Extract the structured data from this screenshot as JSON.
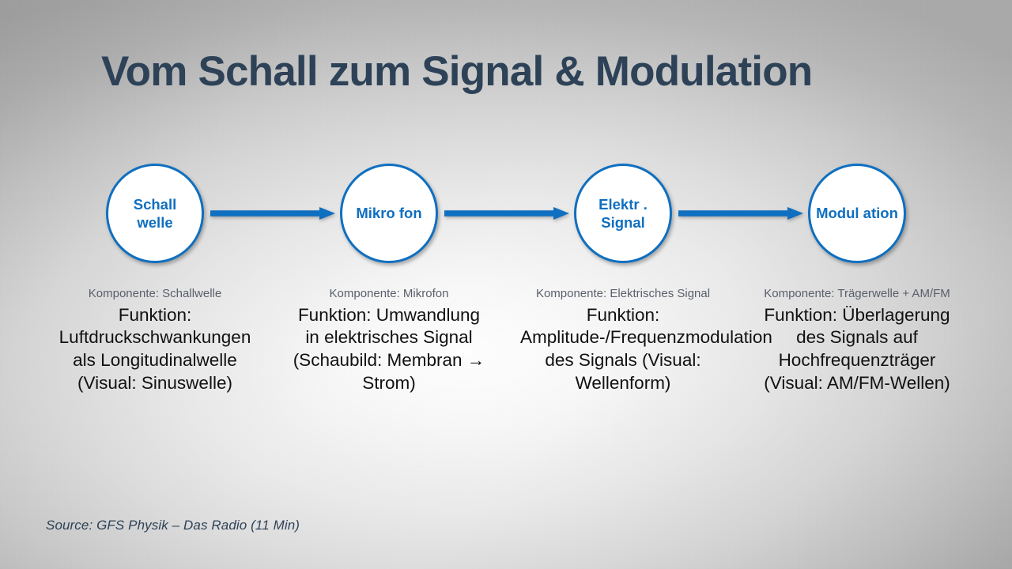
{
  "slide": {
    "title": "Vom Schall zum Signal & Modulation",
    "source_note": "Source: GFS Physik – Das Radio (11 Min)",
    "colors": {
      "title": "#2e4257",
      "accent_blue": "#0f6fc0",
      "node_fill": "#ffffff",
      "caption_label": "#595f6b",
      "caption_body": "#111111",
      "background_light": "#fefefe",
      "background_edge": "#a9a9a9"
    }
  },
  "flow": {
    "nodes": [
      {
        "id": "schallwelle",
        "label": "Schall welle"
      },
      {
        "id": "mikrofon",
        "label": "Mikro fon"
      },
      {
        "id": "elektrisches-signal",
        "label": "Elektr . Signal"
      },
      {
        "id": "modulation",
        "label": "Modul ation"
      }
    ],
    "arrows": [
      {
        "id": "arrow-schallwelle-to-mikrofon",
        "direction": "right"
      },
      {
        "id": "arrow-mikrofon-to-signal",
        "direction": "right"
      },
      {
        "id": "arrow-signal-to-modulation",
        "direction": "right"
      }
    ]
  },
  "captions": [
    {
      "component": "Komponente: Schallwelle",
      "function": "Funktion: Luftdruckschwankungen als Longitudinalwelle (Visual: Sinuswelle)"
    },
    {
      "component": "Komponente: Mikrofon",
      "function": "Funktion: Umwandlung in elektrisches Signal (Schaubild: Membran → Strom)"
    },
    {
      "component": "Komponente: Elektrisches Signal",
      "function": "Funktion: Amplitude-/Frequenzmodulation des Signals (Visual: Wellenform)"
    },
    {
      "component": "Komponente: Trägerwelle + AM/FM",
      "function": "Funktion: Überlagerung des Signals auf Hochfrequenzträger (Visual: AM/FM-Wellen)"
    }
  ]
}
